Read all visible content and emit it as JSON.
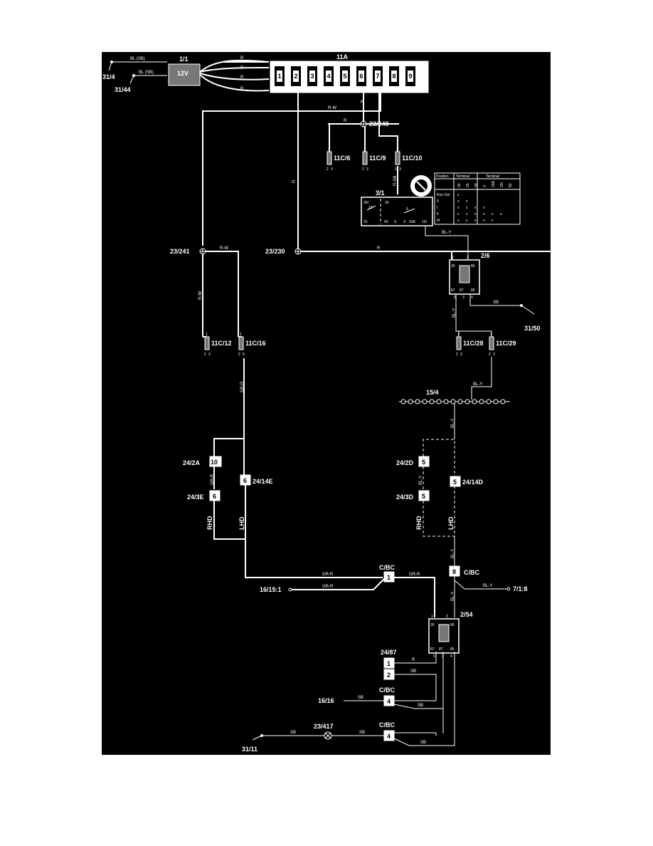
{
  "components": {
    "battery": {
      "id": "1/1",
      "voltage": "12V"
    },
    "fuse_box": {
      "id": "11A",
      "fuses": [
        "1",
        "2",
        "3",
        "4",
        "5",
        "6",
        "7",
        "8",
        "9"
      ]
    },
    "ignition_switch": {
      "id": "3/1",
      "terminals": [
        "30",
        "15",
        "50",
        "S",
        "X",
        "16A",
        "15I",
        "30I"
      ],
      "switch_table": {
        "headers": [
          "Position",
          "Terminal",
          "Terminal"
        ],
        "subheaders": [
          "30",
          "15",
          "30",
          "X",
          "15A",
          "15I",
          "50"
        ],
        "rows": [
          {
            "pos": "Key Out",
            "marks": [
              "x"
            ]
          },
          {
            "pos": "0",
            "marks": [
              "x",
              "x"
            ]
          },
          {
            "pos": "I",
            "marks": [
              "x",
              "x",
              "x",
              "x"
            ]
          },
          {
            "pos": "II",
            "marks": [
              "x",
              "x",
              "x",
              "x",
              "x",
              "x"
            ]
          },
          {
            "pos": "III",
            "marks": [
              "x",
              "x",
              "x",
              "x",
              "x"
            ]
          }
        ]
      }
    },
    "relay_a": {
      "id": "2/6",
      "pins": [
        "30",
        "86",
        "87",
        "87",
        "85"
      ],
      "pin_nums": [
        "1",
        "2",
        "5",
        "3",
        "4"
      ]
    },
    "relay_b": {
      "id": "2/54",
      "pins": [
        "30",
        "86",
        "87",
        "87",
        "85"
      ],
      "pin_nums": [
        "1",
        "2",
        "5",
        "3",
        "4"
      ]
    },
    "fuses_c": [
      "11C/6",
      "11C/9",
      "11C/10",
      "11C/12",
      "11C/16",
      "11C/28",
      "11C/29"
    ],
    "fuse_pin_top": "1",
    "fuse_pins_bottom": [
      "2",
      "3"
    ],
    "fuse_pin_16": "5",
    "splices": [
      "23/240",
      "23/241",
      "23/230",
      "23/417"
    ],
    "grounds": [
      "31/4",
      "31/44",
      "31/50",
      "31/11"
    ],
    "connector_15_4": "15/4",
    "connectors_left": [
      {
        "id": "24/2A",
        "pin": "10"
      },
      {
        "id": "24/3E",
        "pin": "6"
      },
      {
        "id": "24/14E",
        "pin": "6"
      }
    ],
    "connectors_right": [
      {
        "id": "24/2D",
        "pin": "5"
      },
      {
        "id": "24/3D",
        "pin": "5"
      },
      {
        "id": "24/14D",
        "pin": "5"
      }
    ],
    "cbc_connectors": [
      {
        "id": "C/BC",
        "pin": "1"
      },
      {
        "id": "C/BC",
        "pin": "8"
      },
      {
        "id": "C/BC",
        "pin": "4"
      },
      {
        "id": "C/BC",
        "pin": "4"
      }
    ],
    "connector_24_87": {
      "id": "24/87",
      "pins": [
        "1",
        "2"
      ]
    },
    "refs": [
      "16/15:1",
      "7/1:8",
      "16/16"
    ],
    "variant_labels": [
      "RHD",
      "LHD",
      "RHD",
      "LHD"
    ]
  },
  "wires": {
    "bl_sb": "BL (SB)",
    "r": "R",
    "r_w": "R-W",
    "r_sb": "R-SB",
    "bl_y": "BL-Y",
    "sb": "SB",
    "gr_r": "GR-R"
  }
}
